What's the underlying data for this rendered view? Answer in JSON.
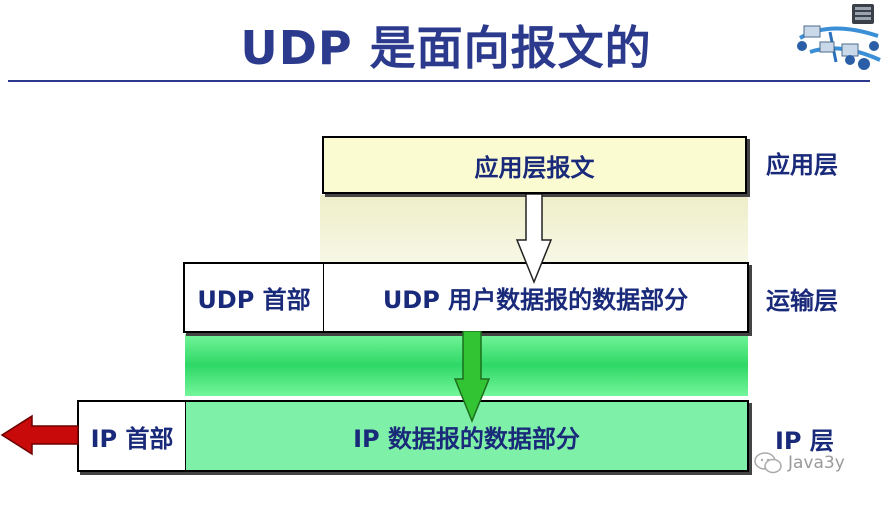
{
  "title": "UDP 是面向报文的",
  "diagram": {
    "app_message": "应用层报文",
    "udp_header": "UDP 首部",
    "udp_data": "UDP 用户数据报的数据部分",
    "ip_header": "IP 首部",
    "ip_data": "IP 数据报的数据部分"
  },
  "layers": {
    "application": "应用层",
    "transport": "运输层",
    "network": "IP 层"
  },
  "watermark": "Java3y",
  "colors": {
    "title": "#2b3a8c",
    "app_box": "#fbfbd2",
    "ip_data_fill": "#7ff0a8",
    "transport_band": "#4ee87c",
    "arrow_green": "#33c433",
    "arrow_red": "#c80a0a"
  },
  "icons": [
    "network-illustration-icon",
    "wechat-icon"
  ]
}
